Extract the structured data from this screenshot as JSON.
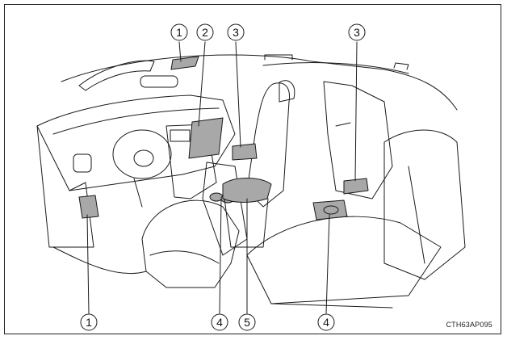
{
  "figure": {
    "code": "CTH63AP095",
    "callouts": [
      {
        "id": "c1-top",
        "label": "1"
      },
      {
        "id": "c2-top",
        "label": "2"
      },
      {
        "id": "c3-center",
        "label": "3"
      },
      {
        "id": "c3-right",
        "label": "3"
      },
      {
        "id": "c1-bottom",
        "label": "1"
      },
      {
        "id": "c4-left",
        "label": "4"
      },
      {
        "id": "c5-bottom",
        "label": "5"
      },
      {
        "id": "c4-right",
        "label": "4"
      }
    ]
  },
  "colors": {
    "line": "#1a1a1a",
    "highlight": "#a8a8a8",
    "background": "#ffffff"
  }
}
